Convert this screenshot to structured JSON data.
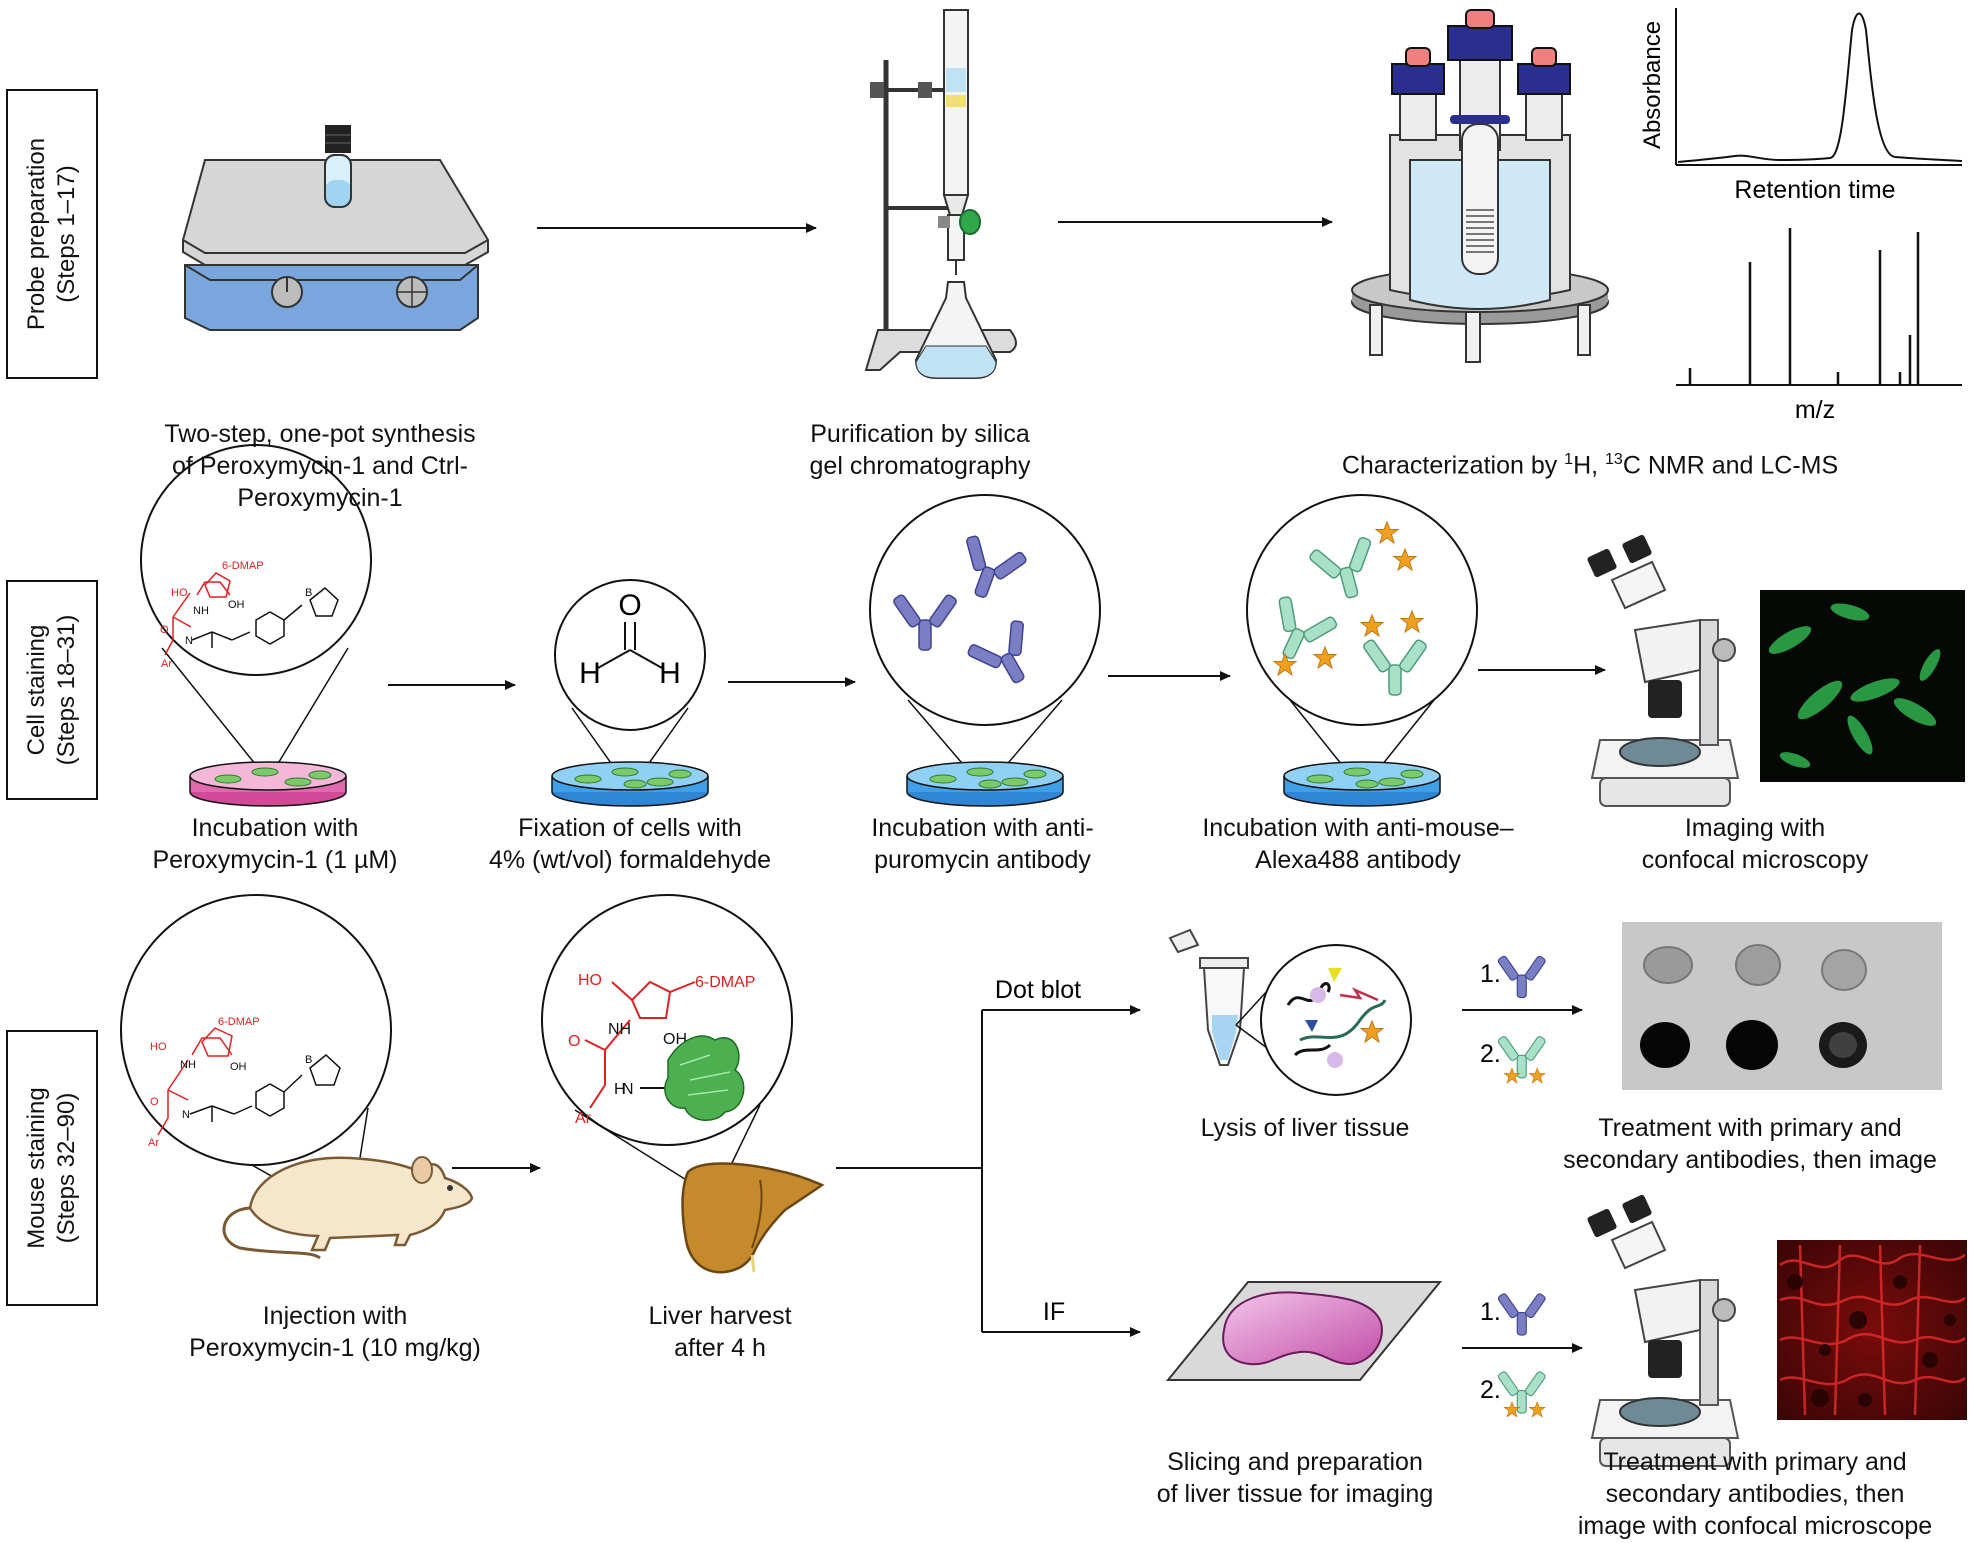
{
  "sections": [
    {
      "line1": "Probe preparation",
      "line2": "(Steps 1–17)"
    },
    {
      "line1": "Cell staining",
      "line2": "(Steps 18–31)"
    },
    {
      "line1": "Mouse staining",
      "line2": "(Steps 32–90)"
    }
  ],
  "row1": {
    "synthesis": [
      "Two-step, one-pot synthesis",
      "of Peroxymycin-1 and Ctrl-",
      "Peroxymycin-1"
    ],
    "purification": [
      "Purification by silica",
      "gel chromatography"
    ],
    "characterization": {
      "pre": "Characterization by ",
      "sup1": "1",
      "mid": "H, ",
      "sup2": "13",
      "post": "C NMR and LC-MS"
    },
    "chromatogram": {
      "ylabel": "Absorbance",
      "xlabel": "Retention time"
    },
    "mass_spec": {
      "xlabel": "m/z"
    }
  },
  "row2": {
    "incubation": [
      "Incubation with",
      "Peroxymycin-1 (1 µM)"
    ],
    "fixation": [
      "Fixation of cells with",
      "4% (wt/vol) formaldehyde"
    ],
    "primary": [
      "Incubation with anti-",
      "puromycin antibody"
    ],
    "secondary": [
      "Incubation with anti-mouse–",
      "Alexa488 antibody"
    ],
    "imaging": [
      "Imaging with",
      "confocal microscopy"
    ],
    "formaldehyde": {
      "o": "O",
      "h1": "H",
      "h2": "H"
    }
  },
  "row3": {
    "injection": [
      "Injection with",
      "Peroxymycin-1 (10 mg/kg)"
    ],
    "harvest": [
      "Liver harvest",
      "after 4 h"
    ],
    "dot_blot_label": "Dot blot",
    "if_label": "IF",
    "lysis": "Lysis of liver tissue",
    "dot_treatment": [
      "Treatment with primary and",
      "secondary antibodies, then image"
    ],
    "slicing": [
      "Slicing and preparation",
      "of liver tissue for imaging"
    ],
    "if_treatment": [
      "Treatment with primary and",
      "secondary antibodies, then",
      "image with confocal microscope"
    ],
    "step1": "1.",
    "step2": "2."
  },
  "molecule": {
    "ho": "HO",
    "dmap": "6-DMAP",
    "oh": "OH",
    "nh": "NH",
    "o": "O",
    "hn": "H",
    "n": "N",
    "ar": "Ar",
    "b": "B"
  },
  "colors": {
    "red": "#e02020",
    "antibody_primary": "#7a7fc4",
    "antibody_secondary": "#9fd8c0",
    "star": "#f0a020",
    "hotplate": "#7aa6de",
    "liver": "#c58a2c",
    "protein": "#4caf50"
  }
}
